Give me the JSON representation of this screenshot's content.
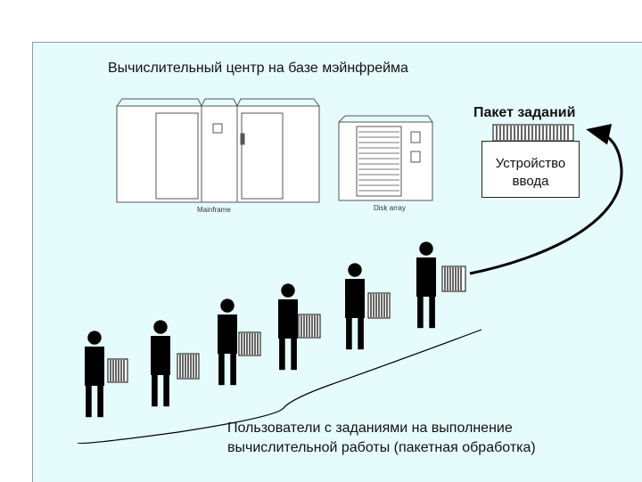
{
  "title": "Вычислительный центр на базе мэйнфрейма",
  "batch_label": "Пакет заданий",
  "input_device": {
    "line1": "Устройство",
    "line2": "ввода"
  },
  "mainframe_label": "Mainframe",
  "disk_array_label": "Disk array",
  "users_caption": {
    "line1": "Пользователи с заданиями на выполнение",
    "line2": "вычислительной работы (пакетная обработка)"
  },
  "colors": {
    "slide_background": "#e6fcfc",
    "figure": "#000000"
  },
  "users_count": 6
}
